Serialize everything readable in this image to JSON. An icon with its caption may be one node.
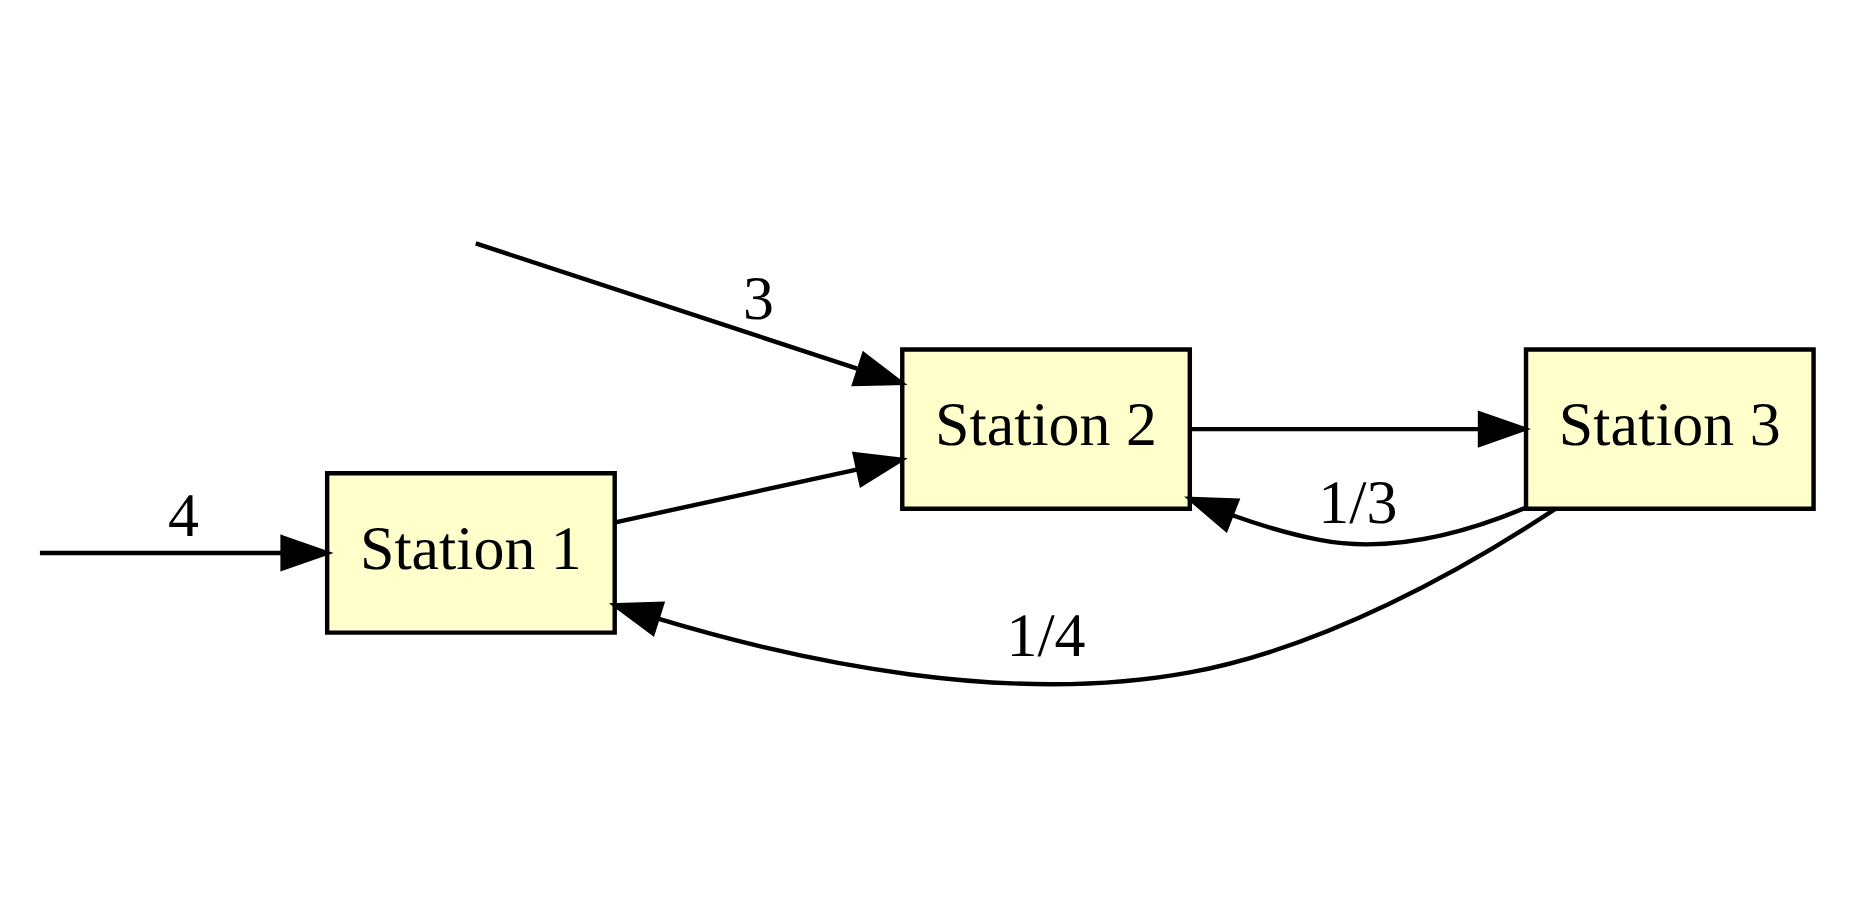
{
  "diagram": {
    "nodes": [
      {
        "text": [
          "Station 1"
        ]
      },
      {
        "text": [
          "Station 2"
        ]
      },
      {
        "text": [
          "Station 3"
        ]
      }
    ],
    "edges": [
      {
        "from": null,
        "to": 0,
        "arrow": "to",
        "label": "4"
      },
      {
        "from": null,
        "to": 1,
        "arrow": "to",
        "label": "3"
      },
      {
        "from": 0,
        "to": 1,
        "arrow": "to"
      },
      {
        "from": 1,
        "to": 2,
        "arrow": "to"
      },
      {
        "from": 2,
        "to": 0,
        "arrow": "to",
        "label": "1/4"
      },
      {
        "from": 2,
        "to": 1,
        "arrow": "to",
        "label": "1/3"
      }
    ]
  }
}
